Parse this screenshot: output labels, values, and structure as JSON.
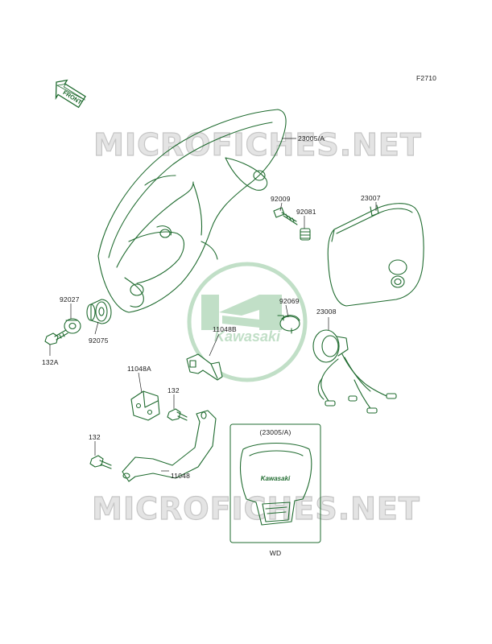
{
  "figure_code": "F2710",
  "front_arrow_label": "FRONT",
  "watermark_text": "MICROFICHES.NET",
  "logo_text": "Kawasaki",
  "detail_box": {
    "ref_label": "(23005/A)",
    "variant_label": "WD",
    "headlight_logo": "Kawasaki"
  },
  "part_labels": {
    "p23005A": "23005/A",
    "p92009": "92009",
    "p92081": "92081",
    "p23007": "23007",
    "p92027": "92027",
    "p92075": "92075",
    "p132A": "132A",
    "p92069": "92069",
    "p11048B": "11048B",
    "p23008": "23008",
    "p11048A": "11048A",
    "p132_top": "132",
    "p132_bottom": "132",
    "p11048": "11048"
  },
  "colors": {
    "line_art": "#1f6b2f",
    "logo_green": "#8fc59a",
    "watermark": "#c6c6c6",
    "text": "#1a1a1a"
  }
}
